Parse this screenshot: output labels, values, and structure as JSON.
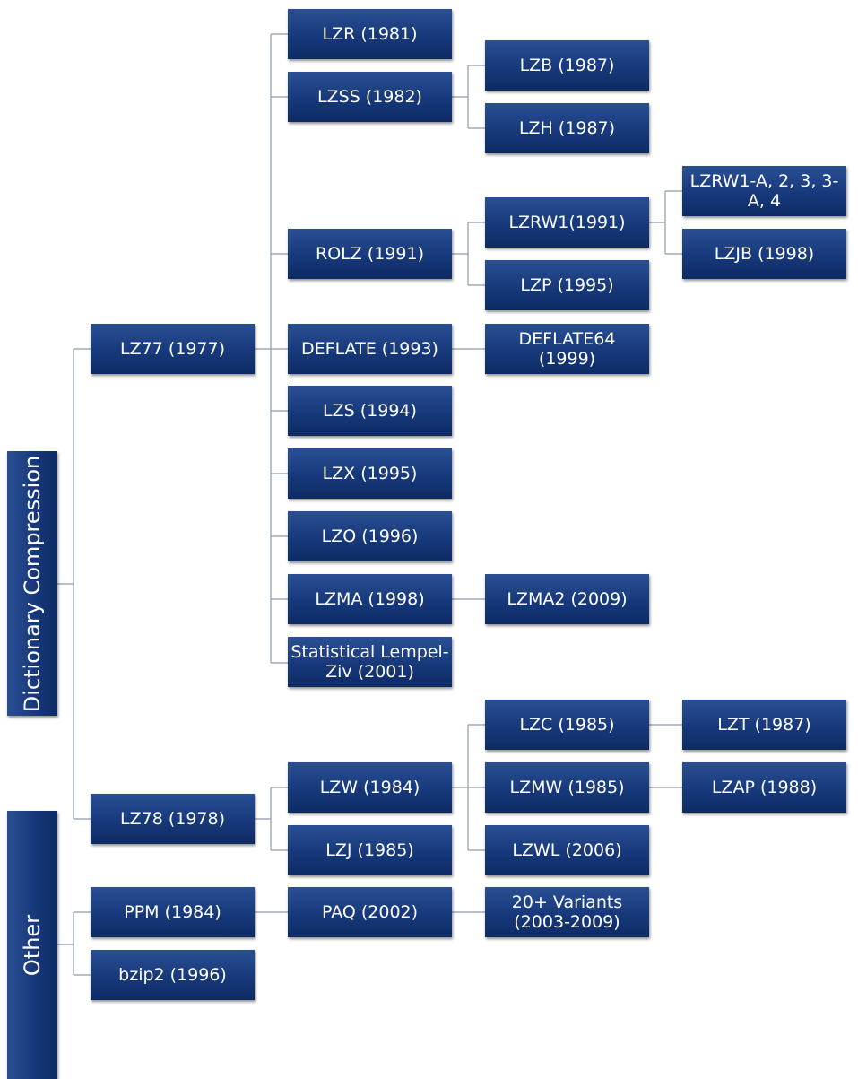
{
  "categories": {
    "dictionary": "Dictionary Compression",
    "other": "Other"
  },
  "nodes": {
    "lz77": "LZ77 (1977)",
    "lz78": "LZ78 (1978)",
    "ppm": "PPM (1984)",
    "bzip2": "bzip2 (1996)",
    "lzr": "LZR (1981)",
    "lzss": "LZSS (1982)",
    "rolz": "ROLZ (1991)",
    "deflate": "DEFLATE (1993)",
    "lzs": "LZS (1994)",
    "lzx": "LZX (1995)",
    "lzo": "LZO (1996)",
    "lzma": "LZMA (1998)",
    "slz": "Statistical Lempel-Ziv (2001)",
    "lzw": "LZW (1984)",
    "lzj": "LZJ (1985)",
    "paq": "PAQ (2002)",
    "lzb": "LZB (1987)",
    "lzh": "LZH (1987)",
    "lzrw1": "LZRW1(1991)",
    "lzp": "LZP (1995)",
    "deflate64": "DEFLATE64 (1999)",
    "lzma2": "LZMA2 (2009)",
    "lzc": "LZC (1985)",
    "lzmw": "LZMW (1985)",
    "lzwl": "LZWL (2006)",
    "paqvariants": "20+ Variants (2003-2009)",
    "lzrw1variants": "LZRW1-A, 2, 3, 3-A, 4",
    "lzjb": "LZJB (1998)",
    "lzt": "LZT (1987)",
    "lzap": "LZAP (1988)"
  },
  "colors": {
    "box_top": "#2a4f93",
    "box_bottom": "#0d2a63",
    "connector": "#8e99a8",
    "text": "#ffffff"
  }
}
